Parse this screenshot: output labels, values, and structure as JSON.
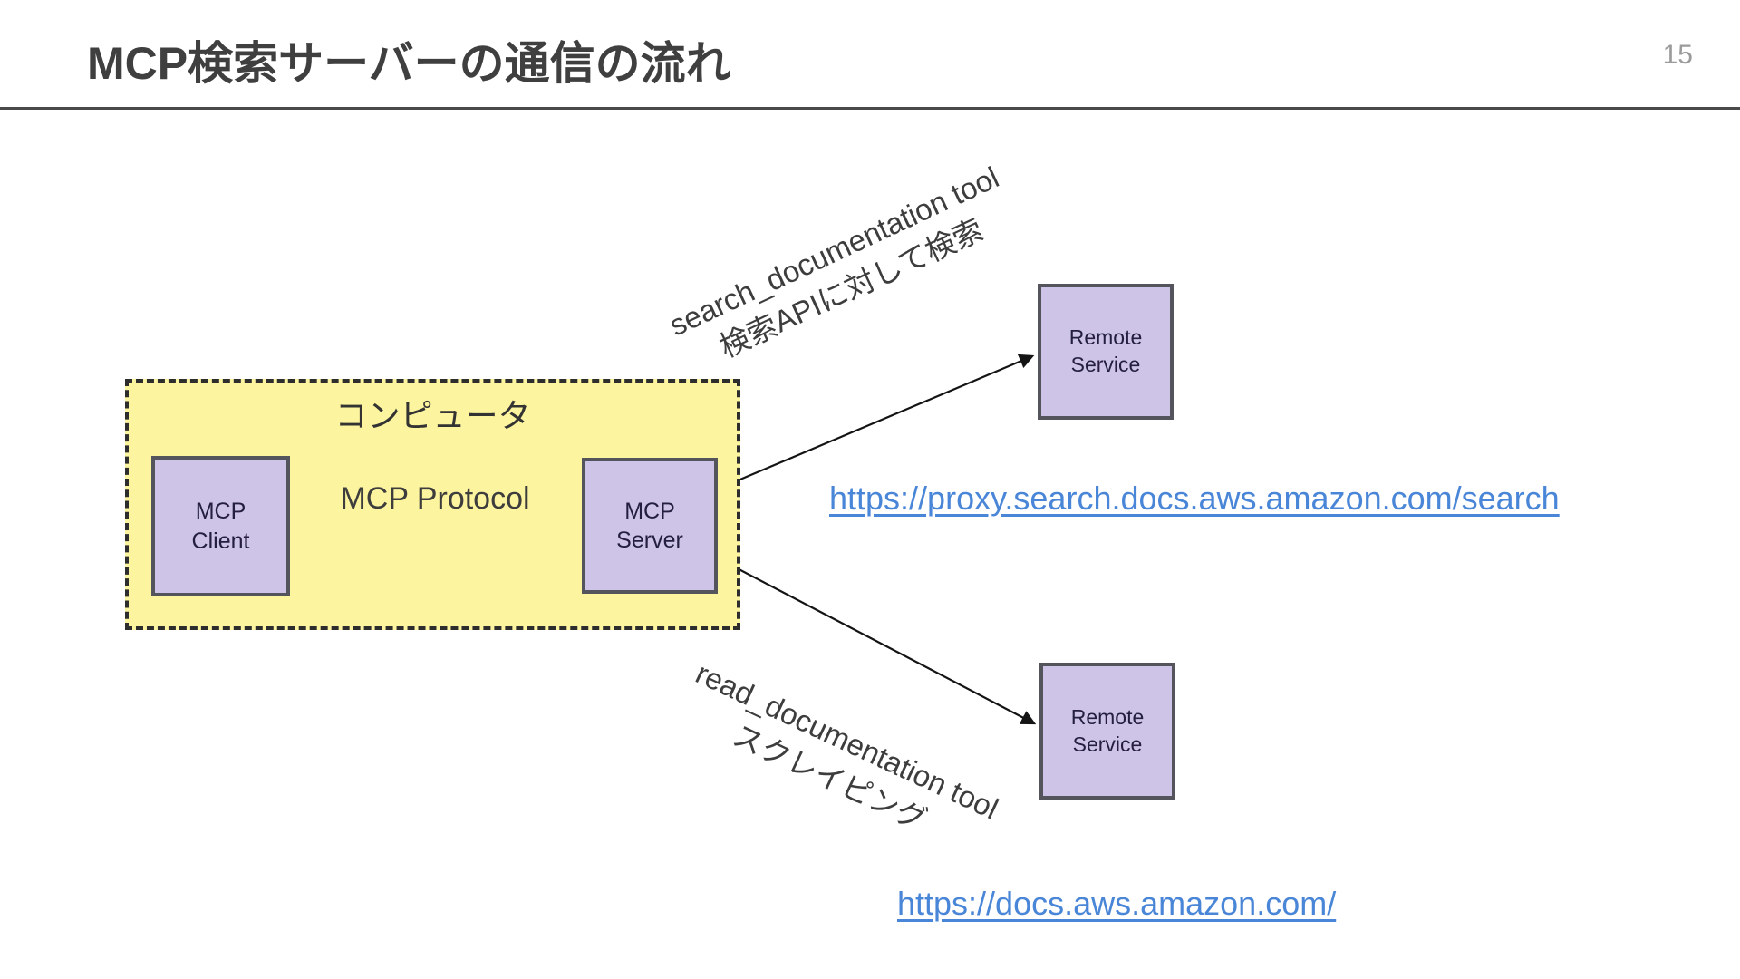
{
  "page": {
    "title": "MCP検索サーバーの通信の流れ",
    "page_number": "15"
  },
  "diagram": {
    "computer_group": {
      "label": "コンピュータ"
    },
    "mcp_client": {
      "line1": "MCP",
      "line2": "Client"
    },
    "mcp_server": {
      "line1": "MCP",
      "line2": "Server"
    },
    "protocol_label": "MCP Protocol",
    "remote_service_top": {
      "line1": "Remote",
      "line2": "Service"
    },
    "remote_service_bottom": {
      "line1": "Remote",
      "line2": "Service"
    },
    "search_tool": {
      "line1": "search_documentation tool",
      "line2": "検索APIに対して検索"
    },
    "read_tool": {
      "line1": "read_documentation tool",
      "line2": "スクレイピング"
    },
    "link_search": "https://proxy.search.docs.aws.amazon.com/search",
    "link_docs": "https://docs.aws.amazon.com/"
  },
  "colors": {
    "yellow": "#fdf49f",
    "purple": "#cdc4e8",
    "link-blue": "#4a86d8",
    "title-color": "#3f3f3f",
    "divider": "#4a4a4a",
    "arrow": "#141414"
  }
}
